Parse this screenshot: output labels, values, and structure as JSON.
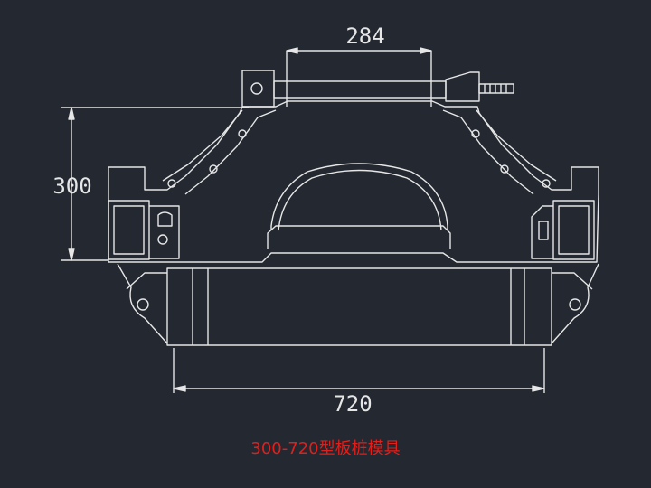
{
  "drawing": {
    "dim_top": "284",
    "dim_left": "300",
    "dim_bottom": "720",
    "caption": "300-720型板桩模具"
  },
  "colors": {
    "background": "#232831",
    "lines": "#e6e6e6",
    "caption": "#e0201c"
  }
}
